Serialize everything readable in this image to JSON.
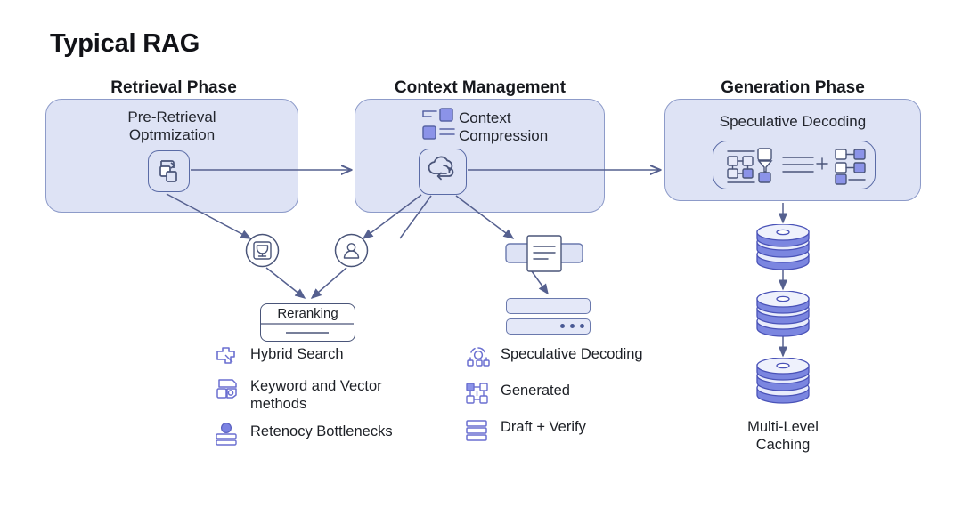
{
  "title": "Typical RAG",
  "colors": {
    "panel_fill": "#dee3f5",
    "panel_border": "#8d9bc9",
    "accent_blue": "#6a79ad",
    "icon_stroke": "#4a5579",
    "db_fill": "#7b86e0",
    "text": "#1d2026"
  },
  "phases": [
    {
      "heading": "Retrieval Phase",
      "panel_title": "Pre-Retrieval\nOptrmization"
    },
    {
      "heading": "Context Management",
      "panel_title": "Context\nCompression"
    },
    {
      "heading": "Generation Phase",
      "panel_title": "Speculative Decoding"
    }
  ],
  "nodes": {
    "reranking": "Reranking",
    "multi_level_caching": "Multi-Level\nCaching"
  },
  "icons": {
    "pre_retrieval": "copy-stack-icon",
    "context_cloud": "cloud-sync-icon",
    "context_compression": "list-compress-icon",
    "speculative_decoding_tile": "graph-plus-list-icon",
    "circle_left": "archive-bank-icon",
    "circle_right": "user-profile-icon",
    "document": "document-lines-icon",
    "database": "database-stack-icon"
  },
  "retrieval_bullets": [
    {
      "icon": "puzzle-piece-icon",
      "label": "Hybrid Search"
    },
    {
      "icon": "printer-scan-icon",
      "label": "Keyword and Vector\nmethods"
    },
    {
      "icon": "layers-dot-icon",
      "label": "Retenocy Bottlenecks"
    }
  ],
  "generation_bullets": [
    {
      "icon": "gear-network-icon",
      "label": "Speculative Decoding"
    },
    {
      "icon": "node-graph-icon",
      "label": "Generated"
    },
    {
      "icon": "stacked-bars-icon",
      "label": "Draft + Verify"
    }
  ]
}
